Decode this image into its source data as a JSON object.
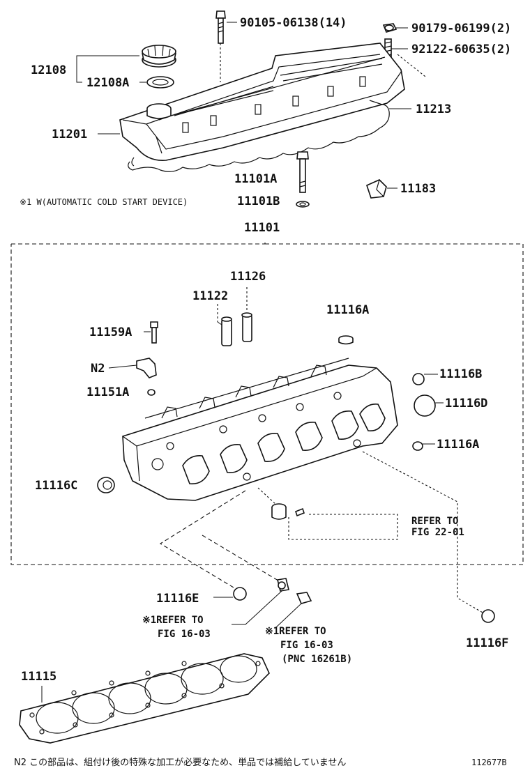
{
  "labels": {
    "p90105": "90105-06138(14)",
    "p90179": "90179-06199(2)",
    "p92122": "92122-60635(2)",
    "p12108": "12108",
    "p12108A": "12108A",
    "p11213": "11213",
    "p11201": "11201",
    "p11101A": "11101A",
    "p11101B": "11101B",
    "p11183": "11183",
    "p11101": "11101",
    "p11126": "11126",
    "p11122": "11122",
    "p11116A_top": "11116A",
    "p11159A": "11159A",
    "n2": "N2",
    "p11151A": "11151A",
    "p11116B": "11116B",
    "p11116D": "11116D",
    "p11116A_right": "11116A",
    "p11116C": "11116C",
    "p11116E": "11116E",
    "p11116F": "11116F",
    "p11115": "11115"
  },
  "notes": {
    "cold_start": "※1 W(AUTOMATIC COLD START DEVICE)",
    "refer22_l1": "REFER TO",
    "refer22_l2": "FIG 22-01",
    "refer16a_l1": "※1REFER TO",
    "refer16a_l2": "FIG 16-03",
    "refer16b_l1": "※1REFER TO",
    "refer16b_l2": "FIG 16-03",
    "refer16b_l3": "(PNC 16261B)"
  },
  "footer": {
    "japanese_note": "N2 この部品は、組付け後の特殊な加工が必要なため、単品では補給していません",
    "figure_id": "112677B"
  }
}
